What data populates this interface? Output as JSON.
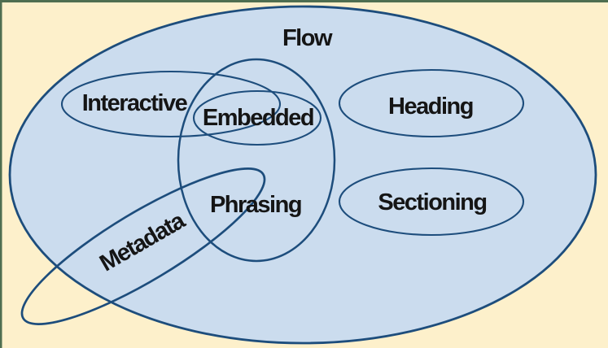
{
  "colors": {
    "canvas_bg": "#fdf0cb",
    "set_fill": "#cbdcee",
    "set_stroke": "#1d4d7c",
    "label_color": "#151515",
    "frame_border": "#4e6e50"
  },
  "diagram": {
    "type": "venn",
    "description": "Content model categories: a large Flow set containing Interactive, Embedded, Heading, Phrasing and Sectioning; Metadata overlaps Flow and Phrasing and extends outside Flow.",
    "sets": [
      {
        "id": "flow",
        "label": "Flow",
        "relation": "outer set containing all others except part of Metadata"
      },
      {
        "id": "interactive",
        "label": "Interactive",
        "relation": "inside Flow; overlaps Phrasing and Embedded"
      },
      {
        "id": "embedded",
        "label": "Embedded",
        "relation": "inside Flow and Phrasing; overlapped by Interactive"
      },
      {
        "id": "heading",
        "label": "Heading",
        "relation": "inside Flow"
      },
      {
        "id": "phrasing",
        "label": "Phrasing",
        "relation": "inside Flow; contains Embedded; overlaps Interactive and Metadata"
      },
      {
        "id": "sectioning",
        "label": "Sectioning",
        "relation": "inside Flow"
      },
      {
        "id": "metadata",
        "label": "Metadata",
        "relation": "rotated set overlapping Flow and Phrasing; lower tip outside Flow"
      }
    ]
  }
}
